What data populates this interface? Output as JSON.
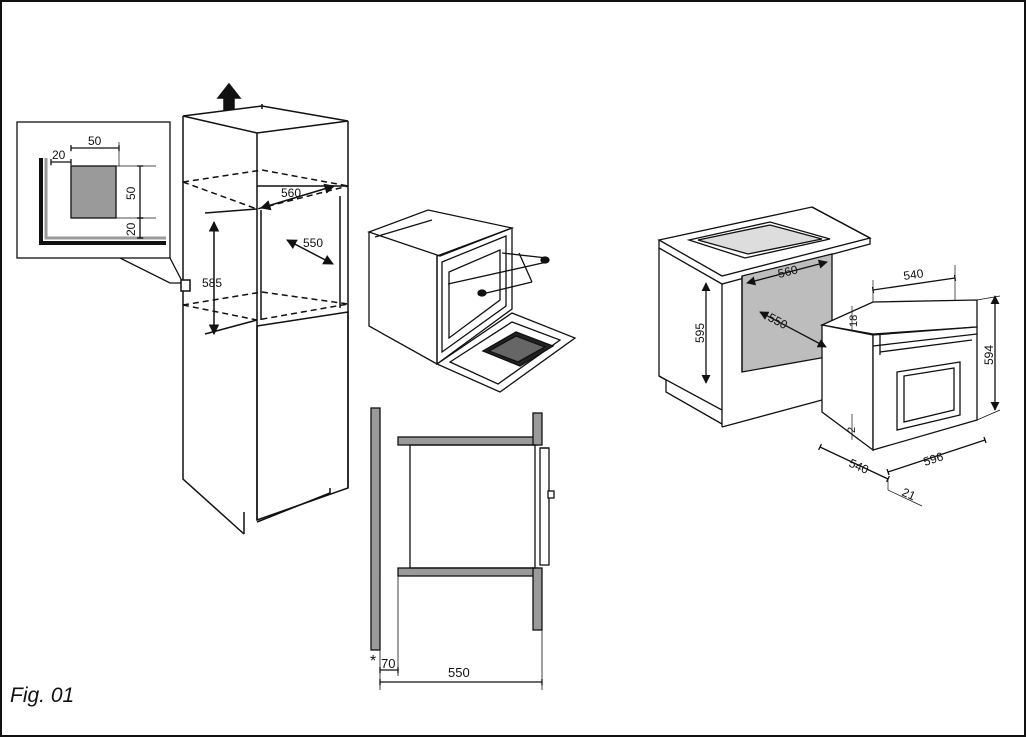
{
  "figure": {
    "caption": "Fig. 01",
    "accent_gray": "#9a9a9a",
    "line_color": "#111111"
  },
  "detail_inset": {
    "dim_width": "50",
    "dim_height": "50",
    "dim_left_offset": "20",
    "dim_bottom_offset": "20"
  },
  "tall_cabinet": {
    "dim_width": "560",
    "dim_depth": "550",
    "dim_height": "585",
    "icon": "arrow-up-icon"
  },
  "section_view": {
    "dim_gap": "70",
    "dim_depth": "550",
    "note_mark": "*"
  },
  "under_counter": {
    "dim_cabinet_height": "595",
    "dim_opening_width": "560",
    "dim_opening_depth": "550",
    "dim_oven_depth_top": "540",
    "dim_oven_height": "594",
    "dim_oven_width": "596",
    "dim_oven_depth_bottom": "540",
    "dim_top_gap": "18",
    "dim_bottom_gap": "2",
    "dim_front_offset": "21"
  }
}
